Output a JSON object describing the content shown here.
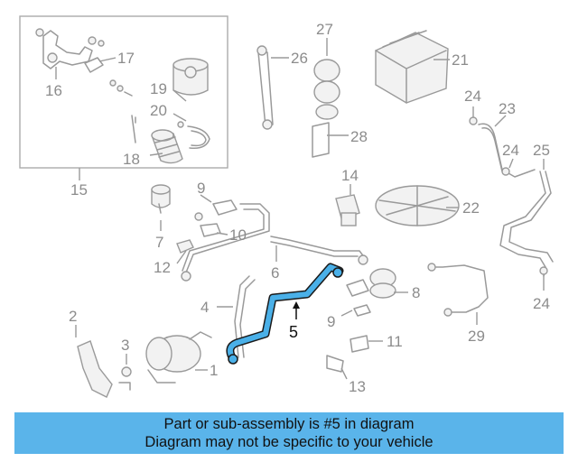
{
  "callouts": {
    "c1": "1",
    "c2": "2",
    "c3": "3",
    "c4": "4",
    "c5": "5",
    "c6": "6",
    "c7": "7",
    "c8": "8",
    "c9a": "9",
    "c9b": "9",
    "c10": "10",
    "c11": "11",
    "c12": "12",
    "c13": "13",
    "c14": "14",
    "c15": "15",
    "c16": "16",
    "c17": "17",
    "c18": "18",
    "c19": "19",
    "c20": "20",
    "c21": "21",
    "c22": "22",
    "c23": "23",
    "c24a": "24",
    "c24b": "24",
    "c24c": "24",
    "c25": "25",
    "c26": "26",
    "c27": "27",
    "c28": "28",
    "c29": "29"
  },
  "highlight": {
    "part_number": "5",
    "color": "#4ab0e8"
  },
  "banner": {
    "line1": "Part or sub-assembly is #5 in diagram",
    "line2": "Diagram may not be specific to your vehicle",
    "color": "#5ab4ea"
  }
}
